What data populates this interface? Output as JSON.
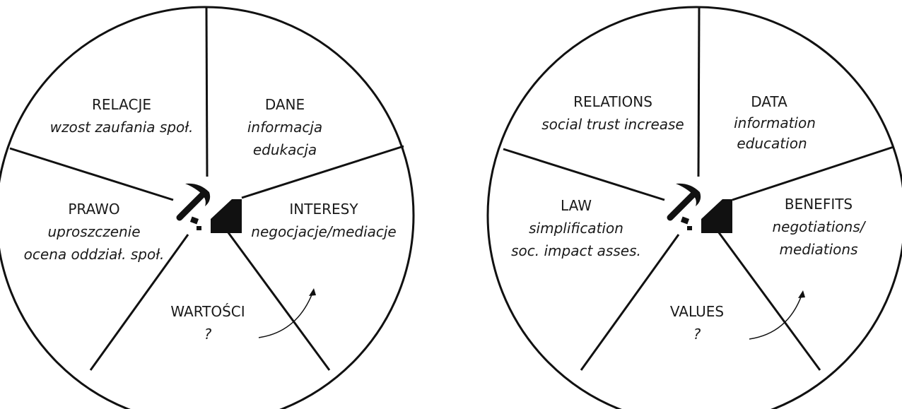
{
  "wheels": [
    {
      "id": "polish",
      "segments": [
        {
          "key": "relacje",
          "title": "RELACJE",
          "lines": [
            "wzost zaufania społ."
          ]
        },
        {
          "key": "dane",
          "title": "DANE",
          "lines": [
            "informacja",
            "edukacja"
          ]
        },
        {
          "key": "interesy",
          "title": "INTERESY",
          "lines": [
            "negocjacje/mediacje"
          ]
        },
        {
          "key": "wartosci",
          "title": "WARTOŚCI",
          "lines": [
            "?"
          ]
        },
        {
          "key": "prawo",
          "title": "PRAWO",
          "lines": [
            "uproszczenie",
            "ocena oddział. społ."
          ]
        }
      ]
    },
    {
      "id": "english",
      "segments": [
        {
          "key": "relations",
          "title": "RELATIONS",
          "lines": [
            "social trust increase"
          ]
        },
        {
          "key": "data",
          "title": "DATA",
          "lines": [
            "information",
            "education"
          ]
        },
        {
          "key": "benefits",
          "title": "BENEFITS",
          "lines": [
            "negotiations/",
            "mediations"
          ]
        },
        {
          "key": "values",
          "title": "VALUES",
          "lines": [
            "?"
          ]
        },
        {
          "key": "law",
          "title": "LAW",
          "lines": [
            "simplification",
            "soc. impact asses."
          ]
        }
      ]
    }
  ],
  "center_icon": "pickaxe-and-mine-icon",
  "colors": {
    "ink": "#111111",
    "background": "#ffffff"
  }
}
